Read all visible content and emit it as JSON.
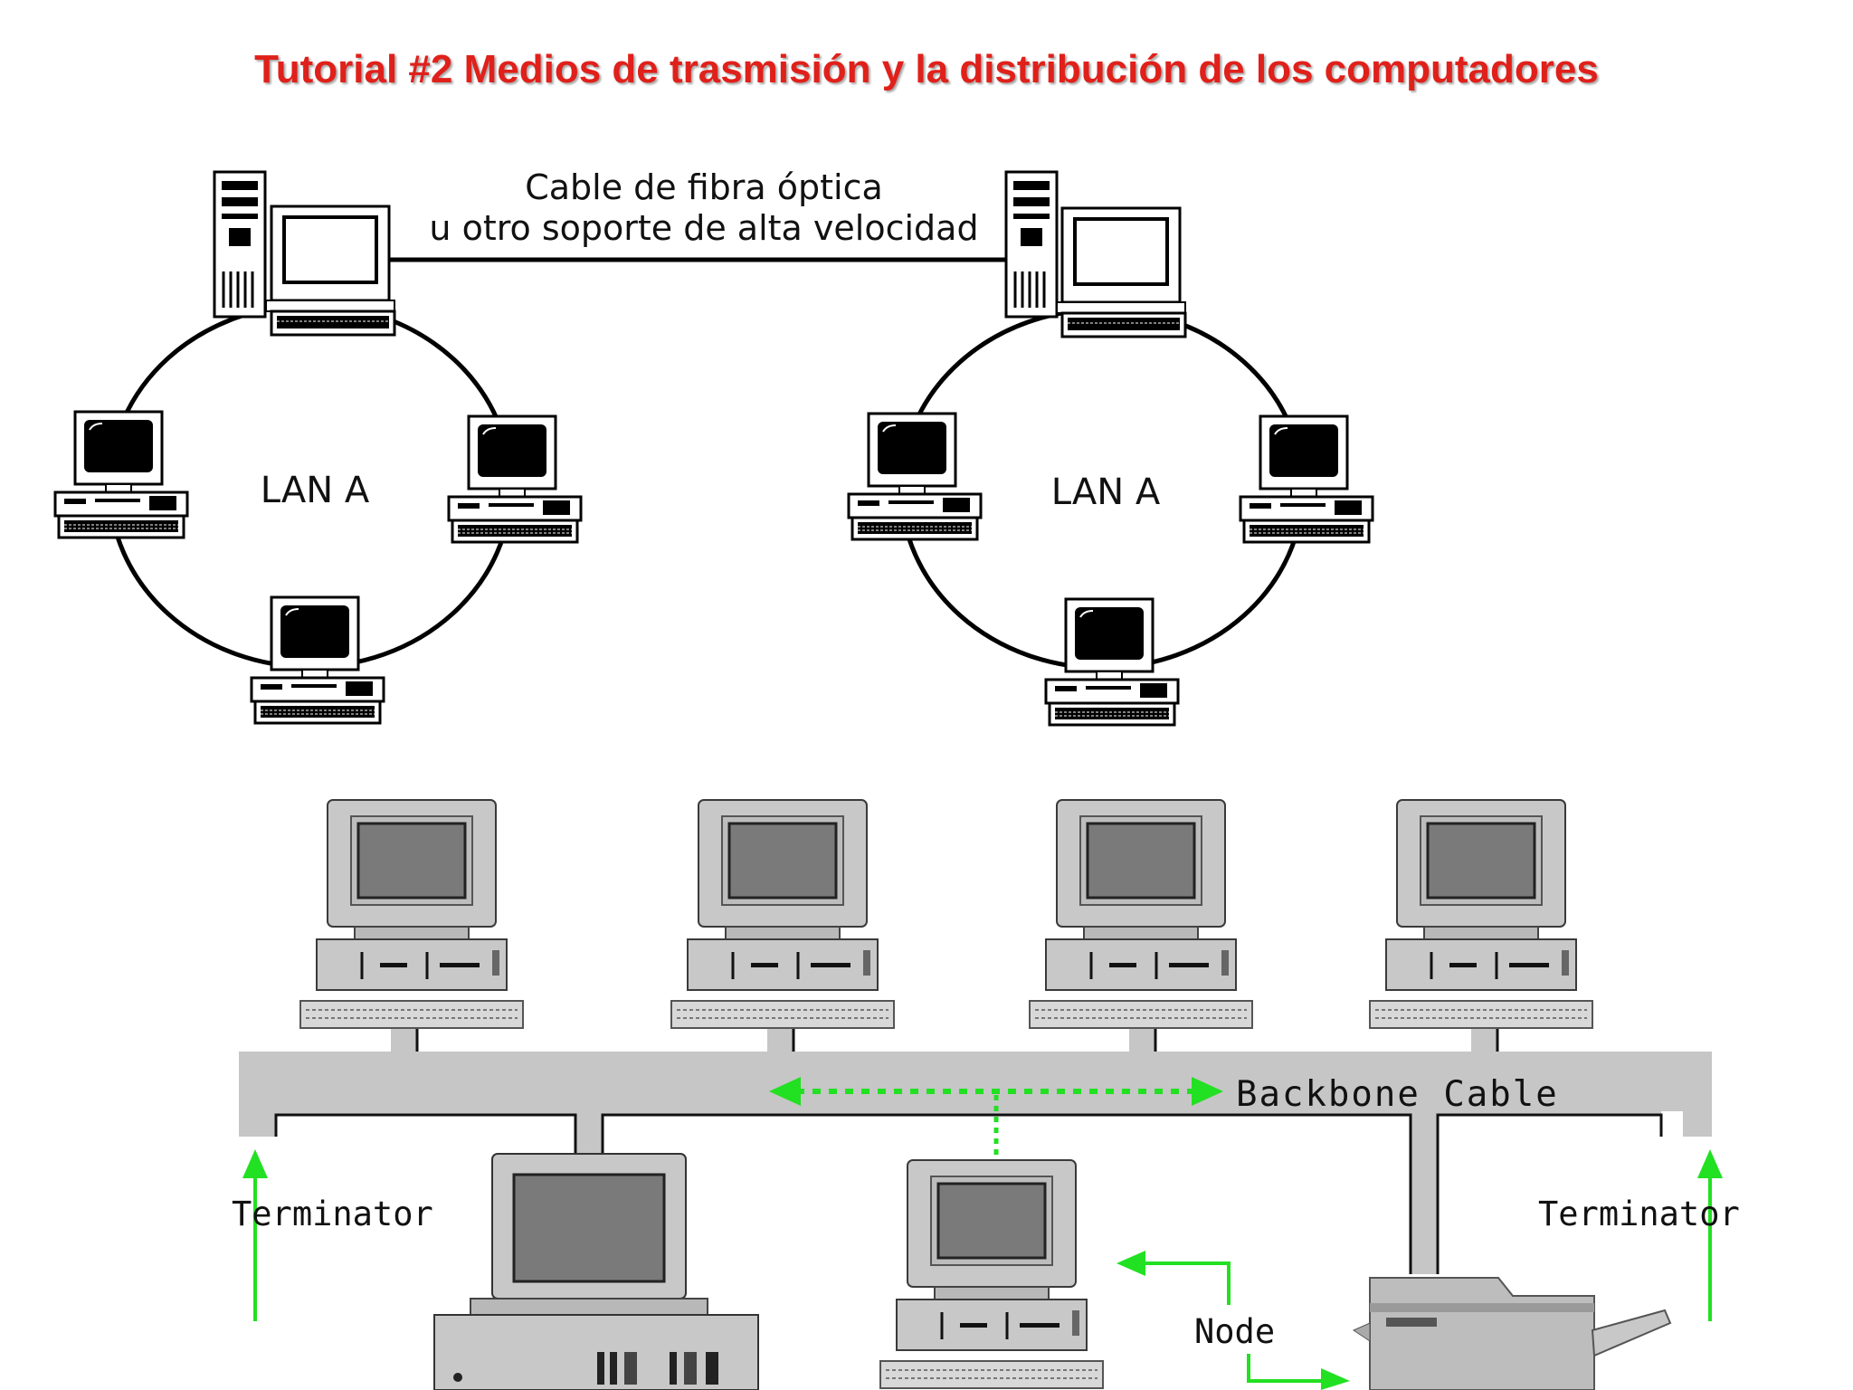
{
  "title": "Tutorial #2 Medios de trasmisión y la distribución de los computadores",
  "ring_diagram": {
    "link_label_line1": "Cable de fibra óptica",
    "link_label_line2": "u otro soporte de alta velocidad",
    "lan_left_label": "LAN A",
    "lan_right_label": "LAN A"
  },
  "bus_diagram": {
    "backbone_label": "Backbone Cable",
    "terminator_left_label": "Terminator",
    "terminator_right_label": "Terminator",
    "node_label": "Node",
    "arrow_color": "#22e022"
  }
}
